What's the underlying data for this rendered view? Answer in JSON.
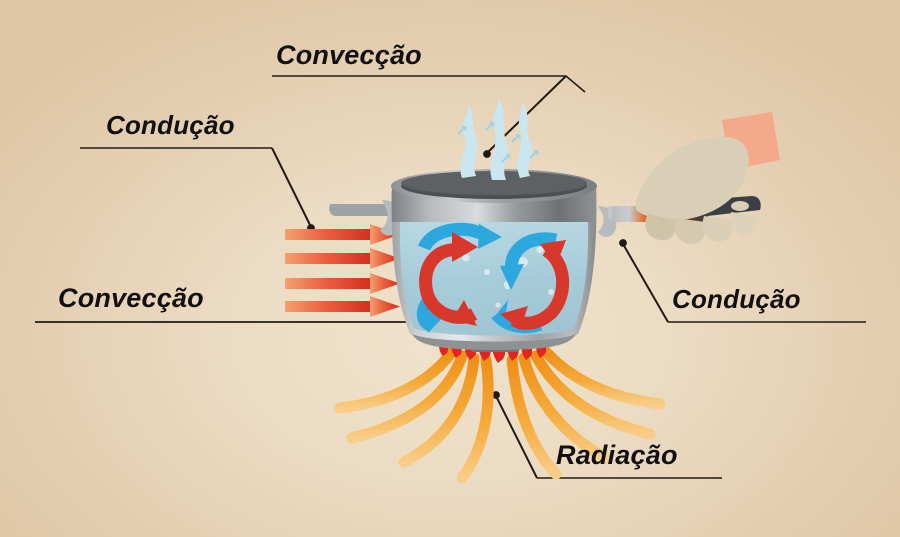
{
  "diagram": {
    "title_language": "pt-BR",
    "subject": "Transferência de calor — panela sobre fogo",
    "background_color": "#e7d2b4",
    "labels": {
      "conveccao_top": "Convecção",
      "conducao_top": "Condução",
      "conveccao_left": "Convecção",
      "conducao_right": "Condução",
      "radiacao": "Radiação"
    },
    "label_color": "#12100e",
    "leader_line_color": "#221a12"
  },
  "illustration": {
    "pot": {
      "name": "stainless-steel-pot",
      "body_color": "#b9bcbd",
      "rim_color": "#8d9193",
      "interior_color": "#55585a",
      "water_color": "#a9cfdc",
      "handle_color": "#a8acae"
    },
    "steam": {
      "name": "steam-wisps",
      "color": "#c9e7f1",
      "count": 3,
      "arrow_glyph": "arrow-up-right"
    },
    "convection_arrows": {
      "hot_color": "#e2382c",
      "cold_color": "#2da8de",
      "loops": 2,
      "description": "água quente sobe (vermelho), água fria desce (azul)"
    },
    "conduction_arrows_left": {
      "name": "red-heat-arrows",
      "count": 4,
      "color_start": "#f08a5c",
      "color_end": "#d42b1f",
      "direction": "right"
    },
    "flames": {
      "name": "flame-row",
      "color": "#e5241d",
      "count": 8
    },
    "radiation_waves": {
      "name": "radiation-arcs",
      "color_start": "#f0941f",
      "color_end": "#f7c87a",
      "count": 8
    },
    "hand": {
      "name": "hand-holding-handle",
      "skin_color": "#d9cfb6",
      "sleeve_color": "#f5a98b",
      "handle_color": "#3c3f46",
      "hot_metal_color": "#d0341f"
    }
  },
  "chart_data": {
    "type": "diagram",
    "title": "Formas de transferência de calor",
    "items": [
      {
        "label": "Convecção",
        "position": "top-center",
        "points_to": "vapor acima da panela"
      },
      {
        "label": "Condução",
        "position": "top-left",
        "points_to": "parede lateral da panela"
      },
      {
        "label": "Convecção",
        "position": "left",
        "points_to": "circulação da água na panela"
      },
      {
        "label": "Condução",
        "position": "right",
        "points_to": "cabo metálico aquecido"
      },
      {
        "label": "Radiação",
        "position": "bottom-center",
        "points_to": "ondas de calor da chama"
      }
    ]
  }
}
